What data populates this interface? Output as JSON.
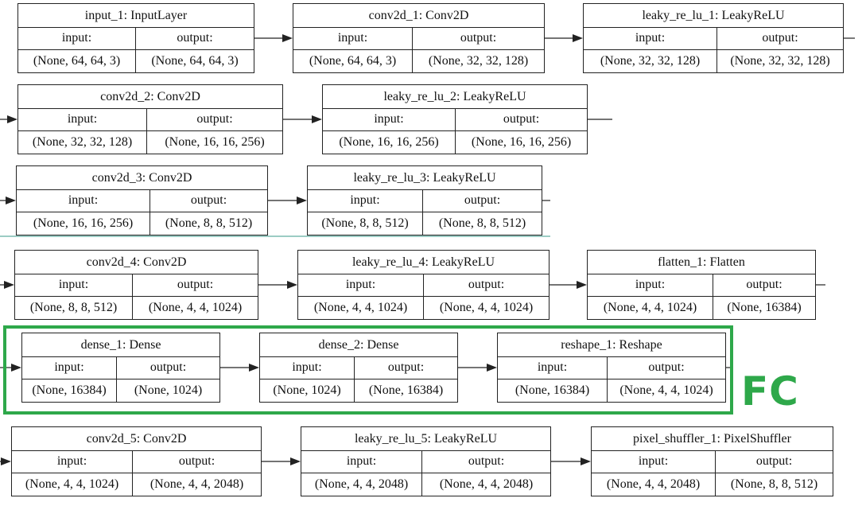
{
  "diagram": {
    "io_labels": {
      "input": "input:",
      "output": "output:"
    },
    "rows": [
      [
        {
          "title": "input_1: InputLayer",
          "input_shape": "(None, 64, 64, 3)",
          "output_shape": "(None, 64, 64, 3)"
        },
        {
          "title": "conv2d_1: Conv2D",
          "input_shape": "(None, 64, 64, 3)",
          "output_shape": "(None, 32, 32, 128)"
        },
        {
          "title": "leaky_re_lu_1: LeakyReLU",
          "input_shape": "(None, 32, 32, 128)",
          "output_shape": "(None, 32, 32, 128)"
        }
      ],
      [
        {
          "title": "conv2d_2: Conv2D",
          "input_shape": "(None, 32, 32, 128)",
          "output_shape": "(None, 16, 16, 256)"
        },
        {
          "title": "leaky_re_lu_2: LeakyReLU",
          "input_shape": "(None, 16, 16, 256)",
          "output_shape": "(None, 16, 16, 256)"
        }
      ],
      [
        {
          "title": "conv2d_3: Conv2D",
          "input_shape": "(None, 16, 16, 256)",
          "output_shape": "(None, 8, 8, 512)"
        },
        {
          "title": "leaky_re_lu_3: LeakyReLU",
          "input_shape": "(None, 8, 8, 512)",
          "output_shape": "(None, 8, 8, 512)"
        }
      ],
      [
        {
          "title": "conv2d_4: Conv2D",
          "input_shape": "(None, 8, 8, 512)",
          "output_shape": "(None, 4, 4, 1024)"
        },
        {
          "title": "leaky_re_lu_4: LeakyReLU",
          "input_shape": "(None, 4, 4, 1024)",
          "output_shape": "(None, 4, 4, 1024)"
        },
        {
          "title": "flatten_1: Flatten",
          "input_shape": "(None, 4, 4, 1024)",
          "output_shape": "(None, 16384)"
        }
      ],
      [
        {
          "title": "dense_1: Dense",
          "input_shape": "(None, 16384)",
          "output_shape": "(None, 1024)"
        },
        {
          "title": "dense_2: Dense",
          "input_shape": "(None, 1024)",
          "output_shape": "(None, 16384)"
        },
        {
          "title": "reshape_1: Reshape",
          "input_shape": "(None, 16384)",
          "output_shape": "(None, 4, 4, 1024)"
        }
      ],
      [
        {
          "title": "conv2d_5: Conv2D",
          "input_shape": "(None, 4, 4, 1024)",
          "output_shape": "(None, 4, 4, 2048)"
        },
        {
          "title": "leaky_re_lu_5: LeakyReLU",
          "input_shape": "(None, 4, 4, 2048)",
          "output_shape": "(None, 4, 4, 2048)"
        },
        {
          "title": "pixel_shuffler_1: PixelShuffler",
          "input_shape": "(None, 4, 4, 2048)",
          "output_shape": "(None, 8, 8, 512)"
        }
      ]
    ],
    "highlight": {
      "label": "FC",
      "color": "#2ea84a"
    },
    "colors": {
      "line": "#222222",
      "divider": "#3a9a8a"
    }
  }
}
